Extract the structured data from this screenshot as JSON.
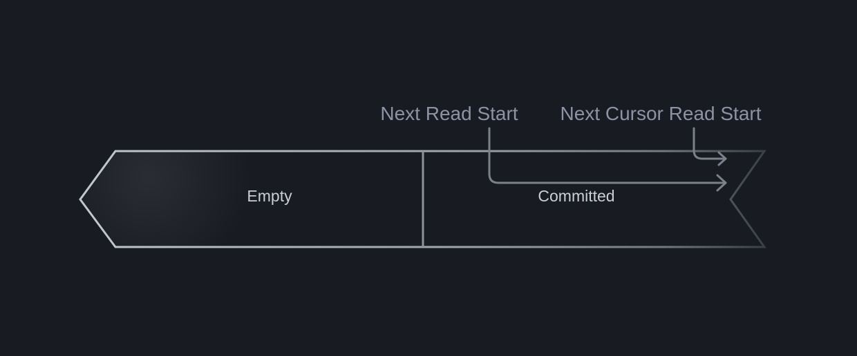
{
  "segments": {
    "empty": {
      "label": "Empty"
    },
    "committed": {
      "label": "Committed"
    }
  },
  "pointers": {
    "next_read_start": {
      "label": "Next Read Start"
    },
    "next_cursor_read_start": {
      "label": "Next Cursor Read Start"
    }
  },
  "colors": {
    "background": "#181b21",
    "outline_light": "#c3c7cf",
    "outline_mid": "#8d929c",
    "outline_dark": "#3a3e46",
    "pointer_line": "#7b808b",
    "label_top": "#8d93a4",
    "label_segment": "#c9ced8"
  }
}
